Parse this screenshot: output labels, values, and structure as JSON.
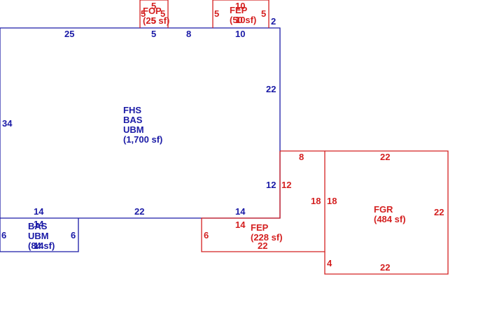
{
  "colors": {
    "main_structure": "#1a1aa6",
    "attached_structures": "#d42020",
    "background": "#ffffff"
  },
  "areas": {
    "main": {
      "labels": [
        "FHS",
        "BAS",
        "UBM",
        "(1,700 sf)"
      ]
    },
    "lower_left": {
      "labels": [
        "BAS",
        "UBM",
        "(84 sf)"
      ]
    },
    "top_left_porch": {
      "labels": [
        "FOP",
        "(25 sf)"
      ]
    },
    "top_right_porch": {
      "labels": [
        "FEP",
        "(50 sf)"
      ]
    },
    "bottom_porch": {
      "labels": [
        "FEP",
        "(228 sf)"
      ]
    },
    "garage": {
      "labels": [
        "FGR",
        "(484 sf)"
      ]
    }
  },
  "dimensions": {
    "main": {
      "top_left": "25",
      "top_a": "5",
      "top_b": "8",
      "top_c": "10",
      "top_right_step": "2",
      "right_upper": "22",
      "right_lower": "12",
      "left": "34",
      "bottom_left": "14",
      "bottom_mid": "22",
      "bottom_right": "14"
    },
    "lower_left": {
      "top": "14",
      "left": "6",
      "right": "6",
      "bottom": "14"
    },
    "top_left_porch": {
      "top": "5",
      "left": "5",
      "right": "5",
      "bottom": "5"
    },
    "top_right_porch": {
      "top": "10",
      "left": "5",
      "right": "5",
      "bottom": "10"
    },
    "bottom_porch": {
      "top": "8",
      "left_side": "12",
      "mid_top": "14",
      "left": "6",
      "right": "18",
      "bottom": "22"
    },
    "garage": {
      "top": "22",
      "left": "18",
      "right": "22",
      "bottom": "22",
      "step": "4"
    }
  }
}
